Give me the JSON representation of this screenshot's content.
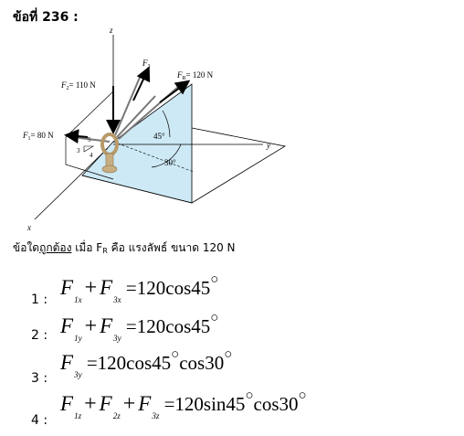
{
  "question_title": "ข้อที่ 236 :",
  "figure": {
    "axes": {
      "x": "x",
      "y": "y",
      "z": "z"
    },
    "forces": {
      "F1": {
        "symbol": "F",
        "sub": "1",
        "value": "= 80 N"
      },
      "F2": {
        "symbol": "F",
        "sub": "2",
        "value": "= 110 N"
      },
      "F3": {
        "symbol": "F",
        "sub": "3"
      },
      "FR": {
        "symbol": "F",
        "sub": "R",
        "value": "= 120 N"
      }
    },
    "angles": {
      "a45": "45°",
      "a30": "30°"
    },
    "slope": {
      "num5": "5",
      "num3": "3",
      "num4": "4"
    }
  },
  "prompt": {
    "prefix": "ข้อใด",
    "underlined": "ถูกต้อง",
    "middle": " เมื่อ F",
    "sub": "R",
    "suffix": " คือ แรงลัพธ์ ขนาด 120 N"
  },
  "options": [
    {
      "num": "1 :",
      "terms": [
        {
          "F": "F",
          "s": "1x"
        },
        {
          "op": "+"
        },
        {
          "F": "F",
          "s": "3x"
        }
      ],
      "rhs": "=120cos45",
      "tail": ""
    },
    {
      "num": "2 :",
      "terms": [
        {
          "F": "F",
          "s": "1y"
        },
        {
          "op": "+"
        },
        {
          "F": "F",
          "s": "3y"
        }
      ],
      "rhs": "=120cos45",
      "tail": ""
    },
    {
      "num": "3 :",
      "terms": [
        {
          "F": "F",
          "s": "3y"
        }
      ],
      "rhs": "=120cos45",
      "tail": "cos30"
    },
    {
      "num": "4 :",
      "terms": [
        {
          "F": "F",
          "s": "1z"
        },
        {
          "op": "+"
        },
        {
          "F": "F",
          "s": "2z"
        },
        {
          "op": "+"
        },
        {
          "F": "F",
          "s": "3z"
        }
      ],
      "rhs": "=120sin45",
      "tail": "cos30"
    }
  ],
  "degree_symbol": "○"
}
